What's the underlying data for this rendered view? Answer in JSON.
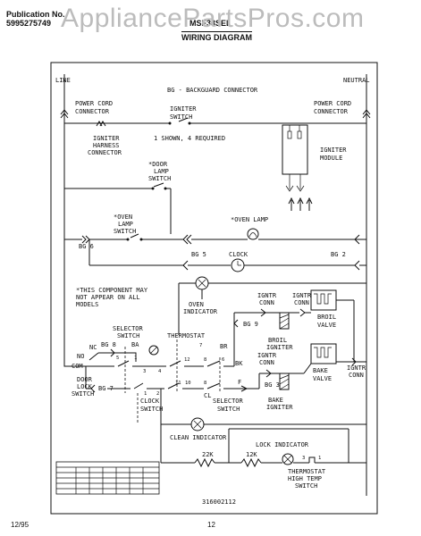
{
  "header": {
    "publication_label": "Publication No.",
    "publication_number": "5995275749",
    "model_code": "MSF33SEL",
    "title": "WIRING DIAGRAM"
  },
  "watermark": "AppliancePartsPros.com",
  "diagram": {
    "line": "LINE",
    "neutral": "NEUTRAL",
    "bg_legend": "BG - BACKGUARD CONNECTOR",
    "power_cord_left": [
      "POWER CORD",
      "CONNECTOR"
    ],
    "power_cord_right": [
      "POWER CORD",
      "CONNECTOR"
    ],
    "igniter_switch": [
      "IGNITER",
      "SWITCH"
    ],
    "igniter_harness": [
      "IGNITER",
      "HARNESS",
      "CONNECTOR"
    ],
    "shown_required": "1 SHOWN, 4 REQUIRED",
    "igniter_module": [
      "IGNITER",
      "MODULE"
    ],
    "door_lamp_switch": [
      "*DOOR",
      "LAMP",
      "SWITCH"
    ],
    "oven_lamp_switch": [
      "*OVEN",
      "LAMP",
      "SWITCH"
    ],
    "oven_lamp": "*OVEN LAMP",
    "bg6": "BG 6",
    "bg5": "BG 5",
    "clock": "CLOCK",
    "bg2": "BG 2",
    "component_note": [
      "*THIS COMPONENT MAY",
      "NOT APPEAR ON ALL",
      "MODELS"
    ],
    "oven_indicator": [
      "OVEN",
      "INDICATOR"
    ],
    "ignitr_conn_1": [
      "IGNTR",
      "CONN"
    ],
    "ignitr_conn_2": [
      "IGNTR",
      "CONN"
    ],
    "broil_valve": [
      "BROIL",
      "VALVE"
    ],
    "broil_igniter": [
      "BROIL",
      "IGNITER"
    ],
    "bg9": "BG 9",
    "selector_switch_top": [
      "SELECTOR",
      "SWITCH"
    ],
    "thermostat": "THERMOSTAT",
    "br": "BR",
    "nc": "NC",
    "no": "NO",
    "com": "COM",
    "bg8": "BG 8",
    "ba": "BA",
    "bk": "BK",
    "f": "F",
    "bg3": "BG 3",
    "ignitr_conn_3": [
      "IGNTR",
      "CONN"
    ],
    "ignitr_conn_4": [
      "IGNTR",
      "CONN"
    ],
    "bake_valve": [
      "BAKE",
      "VALVE"
    ],
    "bake_igniter": [
      "BAKE",
      "IGNITER"
    ],
    "door_lock_switch": [
      "DOOR",
      "LOCK",
      "SWITCH"
    ],
    "bg7": "BG 7",
    "clock_switch": [
      "CLOCK",
      "SWITCH"
    ],
    "cl": "CL",
    "selector_switch_bottom": [
      "SELECTOR",
      "SWITCH"
    ],
    "clean_indicator": "CLEAN INDICATOR",
    "lock_indicator": "LOCK INDICATOR",
    "r22k": "22K",
    "r12k": "12K",
    "thermostat_high_temp": [
      "THERMOSTAT",
      "HIGH TEMP",
      "SWITCH"
    ],
    "terminal_3": "3",
    "terminal_1": "1",
    "part_code": "316002112",
    "t_nums": [
      "5",
      "1",
      "3",
      "4",
      "1",
      "2",
      "7",
      "8",
      "8",
      "6",
      "12",
      "10",
      "11"
    ]
  },
  "footer": {
    "date": "12/95",
    "page": "12"
  }
}
